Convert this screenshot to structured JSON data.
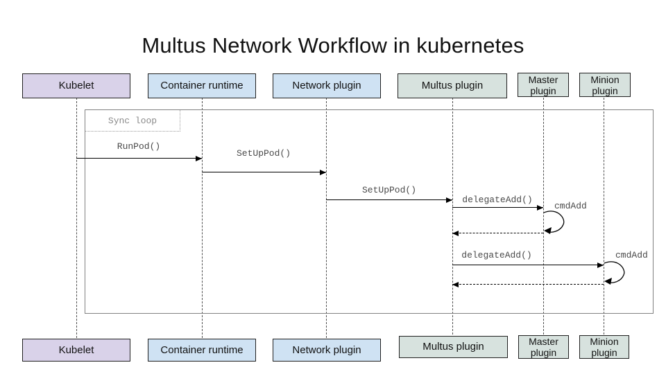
{
  "title": "Multus Network Workflow in kubernetes",
  "diagram_type": "sequence-diagram",
  "actors": [
    {
      "id": "kubelet",
      "label": "Kubelet",
      "fill": "#d9d2e9"
    },
    {
      "id": "container-runtime",
      "label": "Container runtime",
      "fill": "#cfe2f3"
    },
    {
      "id": "network-plugin",
      "label": "Network plugin",
      "fill": "#cfe2f3"
    },
    {
      "id": "multus-plugin",
      "label": "Multus plugin",
      "fill": "#d7e2de"
    },
    {
      "id": "master-plugin",
      "label": "Master plugin",
      "fill": "#d7e2de"
    },
    {
      "id": "minion-plugin",
      "label": "Minion plugin",
      "fill": "#d7e2de"
    }
  ],
  "fragment": {
    "label": "Sync loop"
  },
  "messages": [
    {
      "id": "runpod",
      "label": "RunPod()",
      "from": "Kubelet",
      "to": "Container runtime",
      "type": "solid"
    },
    {
      "id": "setuppod-1",
      "label": "SetUpPod()",
      "from": "Container runtime",
      "to": "Network plugin",
      "type": "solid"
    },
    {
      "id": "setuppod-2",
      "label": "SetUpPod()",
      "from": "Network plugin",
      "to": "Multus plugin",
      "type": "solid"
    },
    {
      "id": "delegateadd-master",
      "label": "delegateAdd()",
      "from": "Multus plugin",
      "to": "Master plugin",
      "type": "solid"
    },
    {
      "id": "cmdadd-master",
      "label": "cmdAdd",
      "from": "Master plugin",
      "to": "Master plugin",
      "type": "self-loop"
    },
    {
      "id": "return-master",
      "label": "",
      "from": "Master plugin",
      "to": "Multus plugin",
      "type": "dashed-return"
    },
    {
      "id": "delegateadd-minion",
      "label": "delegateAdd()",
      "from": "Multus plugin",
      "to": "Minion plugin",
      "type": "solid"
    },
    {
      "id": "cmdadd-minion",
      "label": "cmdAdd",
      "from": "Minion plugin",
      "to": "Minion plugin",
      "type": "self-loop"
    },
    {
      "id": "return-minion",
      "label": "",
      "from": "Minion plugin",
      "to": "Multus plugin",
      "type": "dashed-return"
    }
  ],
  "colors": {
    "kubelet_fill": "#d9d2e9",
    "blue_fill": "#cfe2f3",
    "green_fill": "#d7e2de",
    "box_border": "#1f1f1f",
    "frame_border": "#808080",
    "lifeline": "#4d4d4d",
    "message_text": "#4a4a4a",
    "fragment_text": "#8a8a8a"
  }
}
